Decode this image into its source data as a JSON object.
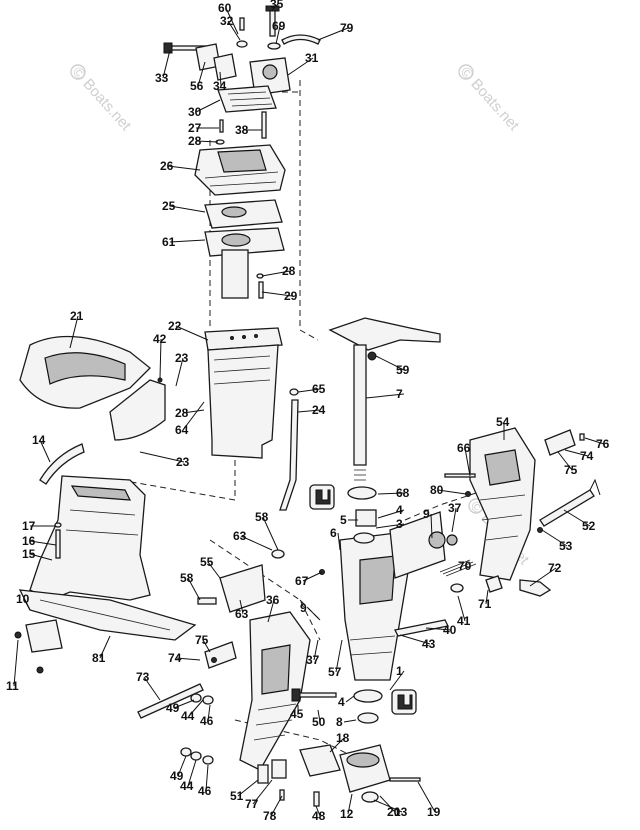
{
  "watermark": {
    "text": "Boats.net",
    "symbol": "©"
  },
  "callouts": [
    "60",
    "32",
    "35",
    "69",
    "79",
    "33",
    "56",
    "34",
    "31",
    "30",
    "27",
    "38",
    "28",
    "26",
    "25",
    "61",
    "28",
    "29",
    "21",
    "22",
    "42",
    "23",
    "59",
    "65",
    "7",
    "24",
    "28",
    "64",
    "23",
    "14",
    "54",
    "76",
    "66",
    "74",
    "75",
    "68",
    "4",
    "5",
    "3",
    "6",
    "80",
    "9",
    "37",
    "52",
    "53",
    "17",
    "16",
    "15",
    "58",
    "63",
    "55",
    "58",
    "67",
    "70",
    "72",
    "10",
    "63",
    "36",
    "9",
    "71",
    "41",
    "40",
    "43",
    "81",
    "75",
    "74",
    "37",
    "57",
    "1",
    "73",
    "49",
    "44",
    "46",
    "45",
    "50",
    "4",
    "8",
    "18",
    "11",
    "49",
    "44",
    "46",
    "51",
    "77",
    "78",
    "48",
    "12",
    "20",
    "13",
    "19"
  ]
}
